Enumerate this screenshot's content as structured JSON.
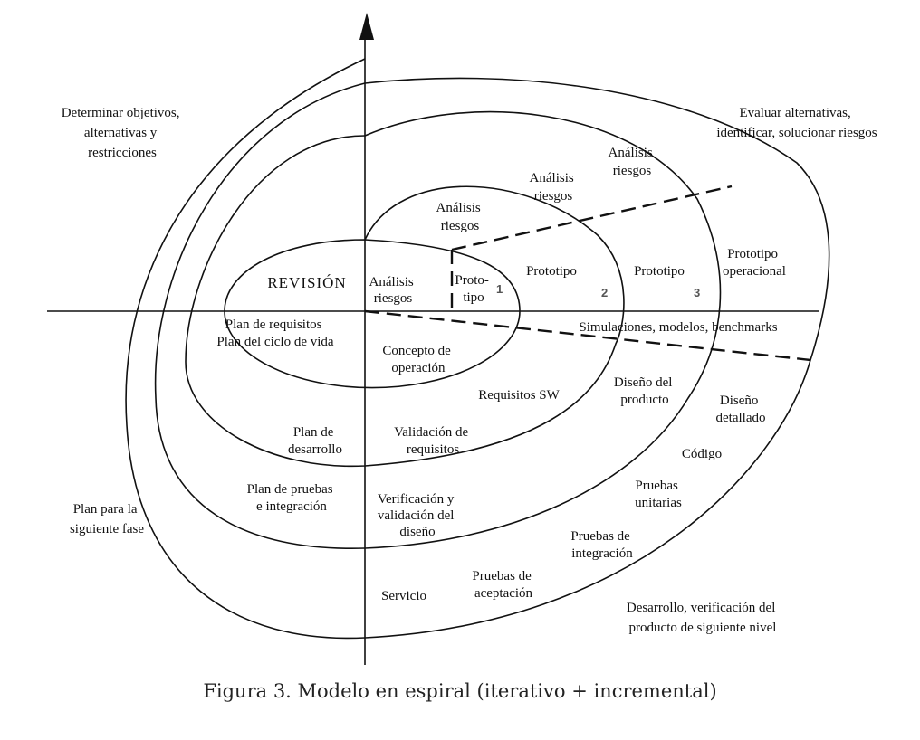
{
  "quadrants": {
    "top_left": [
      "Determinar objetivos,",
      "alternativas y",
      "restricciones"
    ],
    "top_right": [
      "Evaluar alternativas,",
      "identificar, solucionar riesgos"
    ],
    "bottom_left": [
      "Plan para la",
      "siguiente fase"
    ],
    "bottom_right": [
      "Desarrollo, verificación del",
      "producto de siguiente nivel"
    ]
  },
  "risk_analysis": {
    "r0": [
      "Análisis",
      "riesgos"
    ],
    "r1": [
      "Análisis",
      "riesgos"
    ],
    "r2": [
      "Análisis",
      "riesgos"
    ],
    "r3": [
      "Análisis",
      "riesgos"
    ]
  },
  "prototypes": {
    "p1": [
      "Proto-",
      "tipo"
    ],
    "p2": "Prototipo",
    "p3": "Prototipo",
    "p4": [
      "Prototipo",
      "operacional"
    ]
  },
  "cycle_numbers": {
    "n1": "1",
    "n2": "2",
    "n3": "3"
  },
  "labels": {
    "revision": "REVISIÓN",
    "plan_requisitos": [
      "Plan de requisitos",
      "Plan del ciclo de vida"
    ],
    "concepto": [
      "Concepto de",
      "operación"
    ],
    "requisitos_sw": "Requisitos SW",
    "simulaciones": "Simulaciones, modelos, benchmarks",
    "diseno_producto": [
      "Diseño del",
      "producto"
    ],
    "diseno_detallado": [
      "Diseño",
      "detallado"
    ],
    "codigo": "Código",
    "pruebas_unitarias": [
      "Pruebas",
      "unitarias"
    ],
    "pruebas_integracion": [
      "Pruebas de",
      "integración"
    ],
    "pruebas_aceptacion": [
      "Pruebas de",
      "aceptación"
    ],
    "servicio": "Servicio",
    "plan_desarrollo": [
      "Plan de",
      "desarrollo"
    ],
    "plan_pruebas": [
      "Plan de pruebas",
      "e integración"
    ],
    "validacion": [
      "Validación de",
      "requisitos"
    ],
    "verificacion": [
      "Verificación y",
      "validación del",
      "diseño"
    ]
  },
  "caption": "Figura 3. Modelo en espiral (iterativo + incremental)"
}
